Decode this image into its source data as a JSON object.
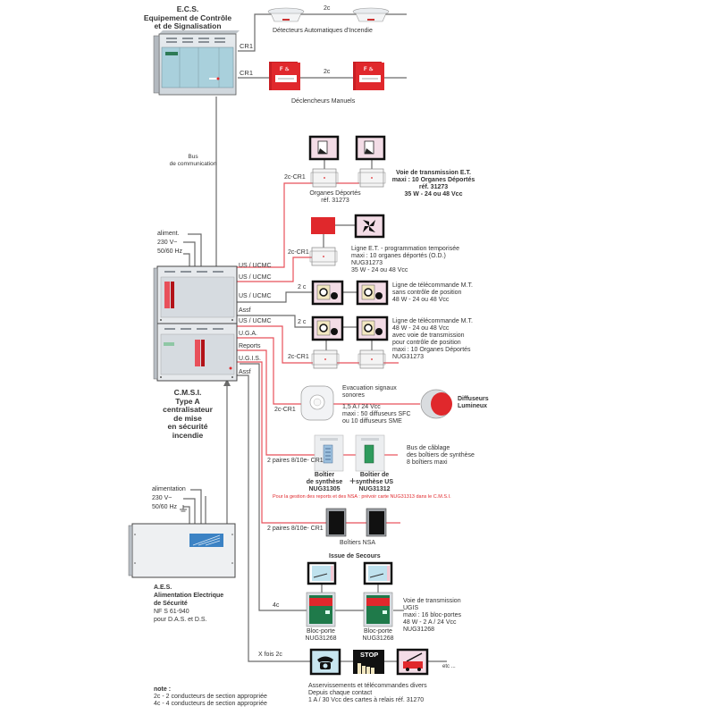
{
  "ecs": {
    "title_lines": [
      "E.C.S.",
      "Equipement de Contrôle",
      "et de Signalisation"
    ],
    "cr1_top": "CR1",
    "cr1_bottom": "CR1"
  },
  "detectors": {
    "label": "Détecteurs Automatiques d'Incendie",
    "wire": "2c"
  },
  "manual": {
    "label": "Déclencheurs Manuels",
    "wire": "2c",
    "box_text": "F"
  },
  "bus": {
    "lines": [
      "Bus",
      "de communication"
    ]
  },
  "cmsi_power": {
    "lines": [
      "aliment.",
      "230 V~",
      "50/60 Hz"
    ]
  },
  "cmsi": {
    "title_lines": [
      "C.M.S.I.",
      "Type  A",
      "centralisateur",
      "de mise",
      "en sécurité",
      "incendie"
    ],
    "outputs": [
      "US / UCMC",
      "US / UCMC",
      "US / UCMC",
      "Assf",
      "US / UCMC",
      "U.G.A.",
      "Reports",
      "U.G.I.S.",
      "Assf"
    ]
  },
  "organes": {
    "wire": "2c-CR1",
    "label_lines": [
      "Organes Déportés",
      "réf. 31273"
    ],
    "desc_lines": [
      "Voie de transmission E.T.",
      "maxi : 10 Organes Déportés",
      "réf. 31273",
      "35 W - 24 ou 48 Vcc"
    ]
  },
  "ligne_et": {
    "wire": "2c-CR1",
    "desc_lines": [
      "Ligne E.T. - programmation temporisée",
      "maxi : 10 organes déportés (O.D.)",
      "NUG31273",
      "35 W - 24 ou 48 Vcc"
    ]
  },
  "telecommande1": {
    "wire": "2 c",
    "desc_lines": [
      "Ligne de télécommande M.T.",
      "sans contrôle de position",
      "48 W - 24 ou 48 Vcc"
    ]
  },
  "telecommande2": {
    "wire": "2 c",
    "wire2": "2c-CR1",
    "desc_lines": [
      "Ligne de télécommande M.T.",
      "48 W - 24 ou 48 Vcc",
      "avec voie de transmission",
      "pour contrôle de position",
      "maxi : 10 Organes Déportés",
      "NUG31273"
    ]
  },
  "evacuation": {
    "wire": "2c-CR1",
    "title_lines": [
      "Evacuation signaux",
      "sonores"
    ],
    "desc_lines": [
      "1,5 A / 24 Vcc",
      "maxi : 50 diffuseurs SFC",
      "ou 10 diffuseurs SME"
    ],
    "diffuseurs_lines": [
      "Diffuseurs",
      "Lumineux"
    ]
  },
  "synthese": {
    "wire": "2 paires 8/10e- CR1",
    "box1_lines": [
      "Boîtier",
      "de synthèse",
      "NUG31305"
    ],
    "plus": "+",
    "box2_lines": [
      "Boîtier de",
      "synthèse US",
      "NUG31312"
    ],
    "bus_lines": [
      "Bus de câblage",
      "des boîtiers de synthèse",
      "8 boîtiers maxi"
    ],
    "note": "Pour la gestion des reports et des NSA : prévoir carte NUG31313 dans le C.M.S.I."
  },
  "nsa": {
    "wire": "2 paires 8/10e- CR1",
    "label": "Boîtiers NSA"
  },
  "aes_power": {
    "lines": [
      "alimentation",
      "230 V~",
      "50/60 Hz"
    ]
  },
  "aes": {
    "title_lines": [
      "A.E.S.",
      "Alimentation Electrique",
      "de Sécurité"
    ],
    "desc_lines": [
      "NF S 61-940",
      "pour D.A.S. et D.S."
    ]
  },
  "secours": {
    "title": "Issue de Secours",
    "wire": "4c",
    "bloc_lines": [
      "Bloc-porte",
      "NUG31268"
    ],
    "desc_lines": [
      "Voie de transmission",
      "UGIS",
      "maxi : 16 bloc-portes",
      "48 W - 2 A / 24 Vcc",
      "NUG31268"
    ]
  },
  "asservissements": {
    "wire": "X fois 2c",
    "stop": "STOP",
    "etc": "etc ...",
    "desc_lines": [
      "Asservissements et télécommandes divers",
      "Depuis chaque contact",
      " 1 A / 30 Vcc des cartes à relais réf. 31270"
    ]
  },
  "note": {
    "title": "note :",
    "lines": [
      "2c - 2 conducteurs de section appropriée",
      "4c - 4 conducteurs de section appropriée"
    ]
  },
  "colors": {
    "red_line": "#e8505a",
    "grey_line": "#6a6a6a",
    "red_device": "#e0282c",
    "green_device": "#1f7a4a",
    "pink": "#f3dce6",
    "panel": "#dfe3e8",
    "lcd": "#9ec9d6"
  }
}
